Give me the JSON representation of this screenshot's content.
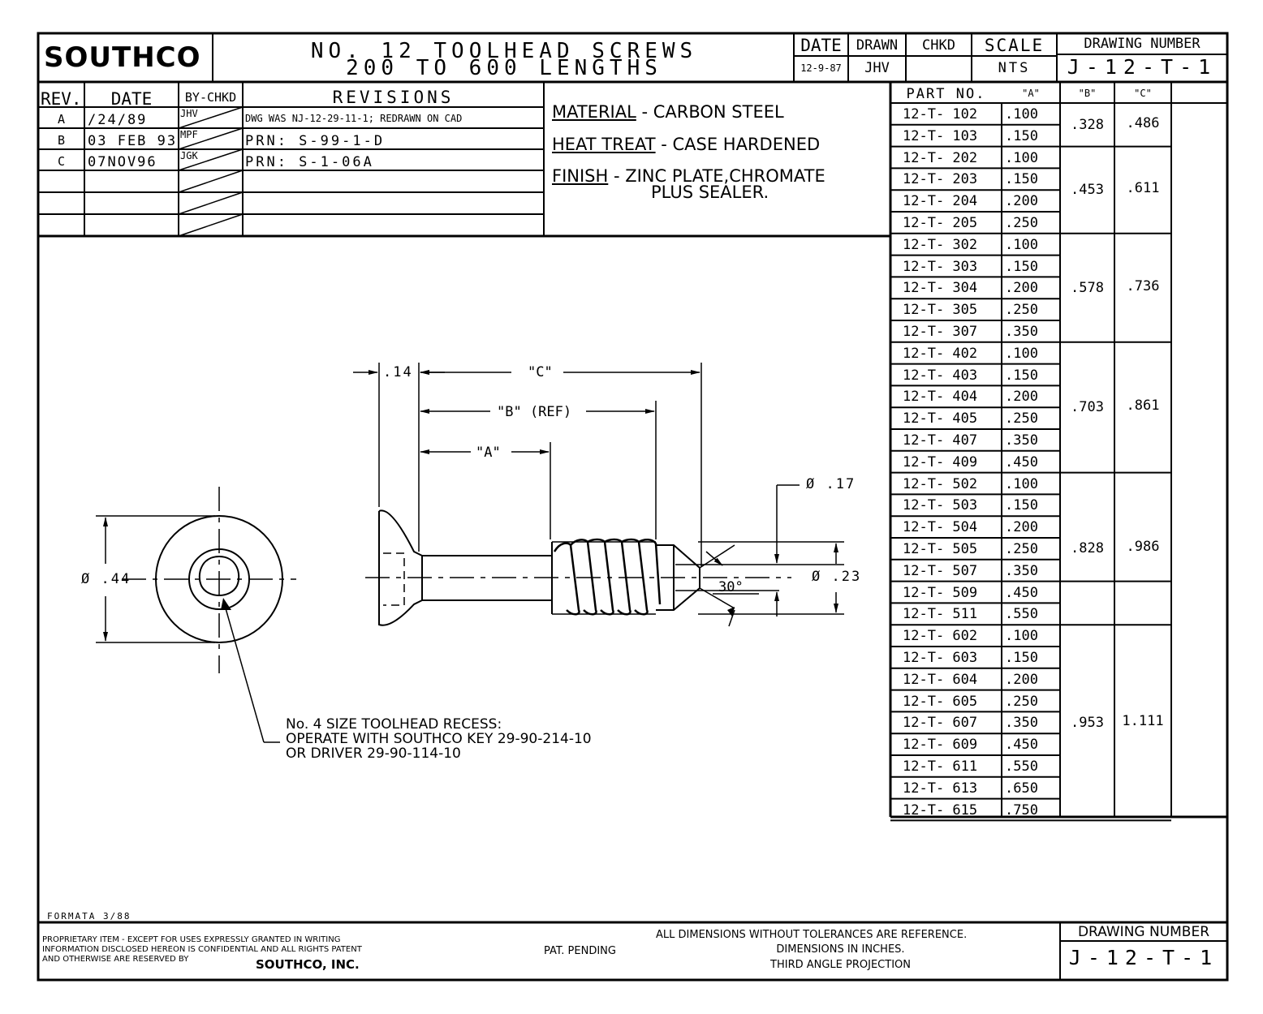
{
  "title_block": {
    "logo": "SOUTHCO",
    "title_line1": "NO. 12 TOOLHEAD SCREWS",
    "title_line2": "200 TO 600 LENGTHS",
    "labels": {
      "date": "DATE",
      "drawn": "DRAWN",
      "chkd": "CHKD",
      "scale": "SCALE",
      "drawing_number": "DRAWING NUMBER"
    },
    "values": {
      "date": "12-9-87",
      "drawn": "JHV",
      "chkd": "",
      "scale": "NTS",
      "drawing_number": "J-12-T-1"
    }
  },
  "revisions": {
    "headers": {
      "rev": "REV.",
      "date": "DATE",
      "by_chkd": "BY-CHKD",
      "revisions": "REVISIONS"
    },
    "rows": [
      {
        "rev": "A",
        "date": "/24/89",
        "by": "JHV",
        "desc": "DWG WAS NJ-12-29-11-1; REDRAWN ON CAD"
      },
      {
        "rev": "B",
        "date": "03 FEB 93",
        "by": "MPF",
        "desc": "PRN: S-99-1-D"
      },
      {
        "rev": "C",
        "date": "07NOV96",
        "by": "JGK",
        "desc": "PRN: S-1-06A"
      }
    ]
  },
  "notes": {
    "material_label": "MATERIAL",
    "material_value": " - CARBON STEEL",
    "heat_label": "HEAT TREAT",
    "heat_value": " - CASE HARDENED",
    "finish_label": "FINISH",
    "finish_value": " - ZINC PLATE,CHROMATE",
    "finish_value2": "PLUS SEALER."
  },
  "parts_table": {
    "headers": {
      "part": "PART NO.",
      "a": "\"A\"",
      "b": "\"B\"",
      "c": "\"C\""
    },
    "rows": [
      {
        "part": "12-T- 102",
        "a": ".100"
      },
      {
        "part": "12-T- 103",
        "a": ".150"
      },
      {
        "part": "12-T- 202",
        "a": ".100"
      },
      {
        "part": "12-T- 203",
        "a": ".150"
      },
      {
        "part": "12-T- 204",
        "a": ".200"
      },
      {
        "part": "12-T- 205",
        "a": ".250"
      },
      {
        "part": "12-T- 302",
        "a": ".100"
      },
      {
        "part": "12-T- 303",
        "a": ".150"
      },
      {
        "part": "12-T- 304",
        "a": ".200"
      },
      {
        "part": "12-T- 305",
        "a": ".250"
      },
      {
        "part": "12-T- 307",
        "a": ".350"
      },
      {
        "part": "12-T- 402",
        "a": ".100"
      },
      {
        "part": "12-T- 403",
        "a": ".150"
      },
      {
        "part": "12-T- 404",
        "a": ".200"
      },
      {
        "part": "12-T- 405",
        "a": ".250"
      },
      {
        "part": "12-T- 407",
        "a": ".350"
      },
      {
        "part": "12-T- 409",
        "a": ".450"
      },
      {
        "part": "12-T- 502",
        "a": ".100"
      },
      {
        "part": "12-T- 503",
        "a": ".150"
      },
      {
        "part": "12-T- 504",
        "a": ".200"
      },
      {
        "part": "12-T- 505",
        "a": ".250"
      },
      {
        "part": "12-T- 507",
        "a": ".350"
      },
      {
        "part": "12-T- 509",
        "a": ".450"
      },
      {
        "part": "12-T- 511",
        "a": ".550"
      },
      {
        "part": "12-T- 602",
        "a": ".100"
      },
      {
        "part": "12-T- 603",
        "a": ".150"
      },
      {
        "part": "12-T- 604",
        "a": ".200"
      },
      {
        "part": "12-T- 605",
        "a": ".250"
      },
      {
        "part": "12-T- 607",
        "a": ".350"
      },
      {
        "part": "12-T- 609",
        "a": ".450"
      },
      {
        "part": "12-T- 611",
        "a": ".550"
      },
      {
        "part": "12-T- 613",
        "a": ".650"
      },
      {
        "part": "12-T- 615",
        "a": ".750"
      }
    ],
    "groups": [
      {
        "b": ".328",
        "c": ".486"
      },
      {
        "b": ".453",
        "c": ".611"
      },
      {
        "b": ".578",
        "c": ".736"
      },
      {
        "b": ".703",
        "c": ".861"
      },
      {
        "b": ".828",
        "c": ".986"
      },
      {
        "b": ".953",
        "c": "1.111"
      }
    ]
  },
  "dimensions": {
    "head_thk": ".14",
    "c": "\"C\"",
    "b": "\"B\" (REF)",
    "a": "\"A\"",
    "tip_dia": "Ø .17",
    "thread_dia": "Ø .23",
    "angle": "30°",
    "head_dia": "Ø .44"
  },
  "recess_note": {
    "line1": "No. 4 SIZE TOOLHEAD RECESS:",
    "line2": "OPERATE WITH SOUTHCO KEY 29-90-214-10",
    "line3": "OR DRIVER 29-90-114-10"
  },
  "footer": {
    "format": "FORMATA 3/88",
    "prop1": "PROPRIETARY ITEM - EXCEPT FOR USES EXPRESSLY GRANTED IN WRITING",
    "prop2": "INFORMATION DISCLOSED HEREON IS CONFIDENTIAL AND ALL RIGHTS PATENT",
    "prop3": "AND OTHERWISE ARE RESERVED BY",
    "company": "SOUTHCO, INC.",
    "pat": "PAT. PENDING",
    "dims1": "ALL DIMENSIONS WITHOUT TOLERANCES ARE REFERENCE.",
    "dims2": "DIMENSIONS IN INCHES.",
    "dims3": "THIRD ANGLE PROJECTION",
    "dn_label": "DRAWING NUMBER",
    "dn_value": "J-12-T-1"
  }
}
